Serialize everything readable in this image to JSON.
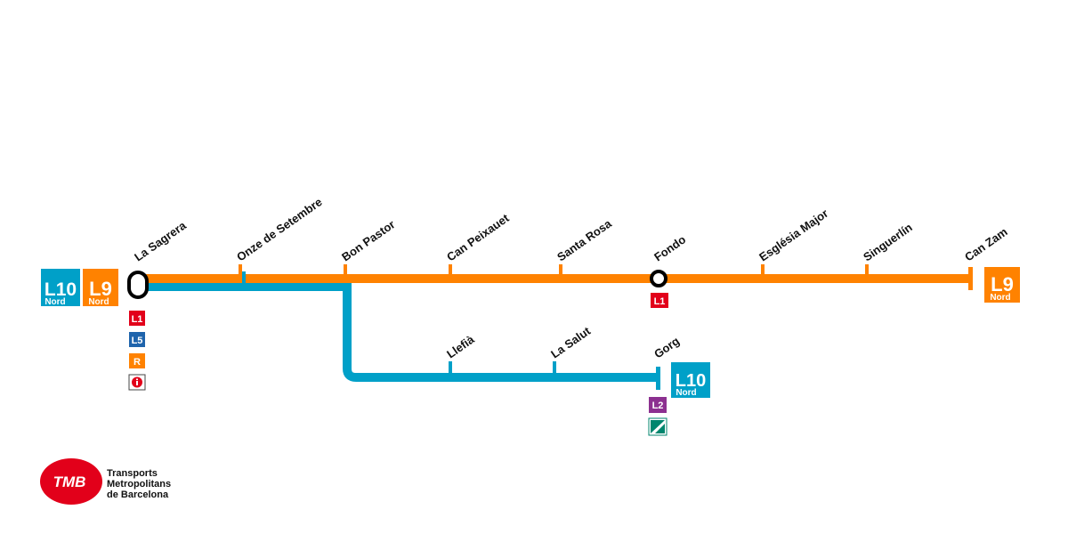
{
  "colors": {
    "l9": "#ff8200",
    "l10": "#00a0c8",
    "l1": "#e2001a",
    "l5": "#1f64ac",
    "l2": "#8c3090",
    "rodalies": "#ff8200",
    "tram": "#00866e",
    "tmb_red": "#e2001a"
  },
  "lines": {
    "l9": {
      "code": "L9",
      "sub": "Nord"
    },
    "l10": {
      "code": "L10",
      "sub": "Nord"
    }
  },
  "stations": {
    "la_sagrera": "La Sagrera",
    "onze_de_setembre": "Onze de Setembre",
    "bon_pastor": "Bon Pastor",
    "can_peixauet": "Can Peixauet",
    "santa_rosa": "Santa Rosa",
    "fondo": "Fondo",
    "esglesia_major": "Església Major",
    "singuerlin": "Singuerlín",
    "can_zam": "Can Zam",
    "llefia": "Llefià",
    "la_salut": "La Salut",
    "gorg": "Gorg"
  },
  "connections": {
    "la_sagrera": [
      {
        "label": "L1",
        "color": "#e2001a",
        "icon": "metro-l1-icon"
      },
      {
        "label": "L5",
        "color": "#1f64ac",
        "icon": "metro-l5-icon"
      },
      {
        "label": "R",
        "color": "#ff8200",
        "icon": "rodalies-icon"
      },
      {
        "label": "",
        "color": "#e2001a",
        "icon": "info-icon"
      }
    ],
    "fondo": [
      {
        "label": "L1",
        "color": "#e2001a",
        "icon": "metro-l1-icon"
      }
    ],
    "gorg": [
      {
        "label": "L2",
        "color": "#8c3090",
        "icon": "metro-l2-icon"
      },
      {
        "label": "",
        "color": "#00866e",
        "icon": "tram-icon"
      }
    ]
  },
  "logo": {
    "mark": "TMB",
    "line1": "Transports",
    "line2": "Metropolitans",
    "line3": "de Barcelona"
  }
}
